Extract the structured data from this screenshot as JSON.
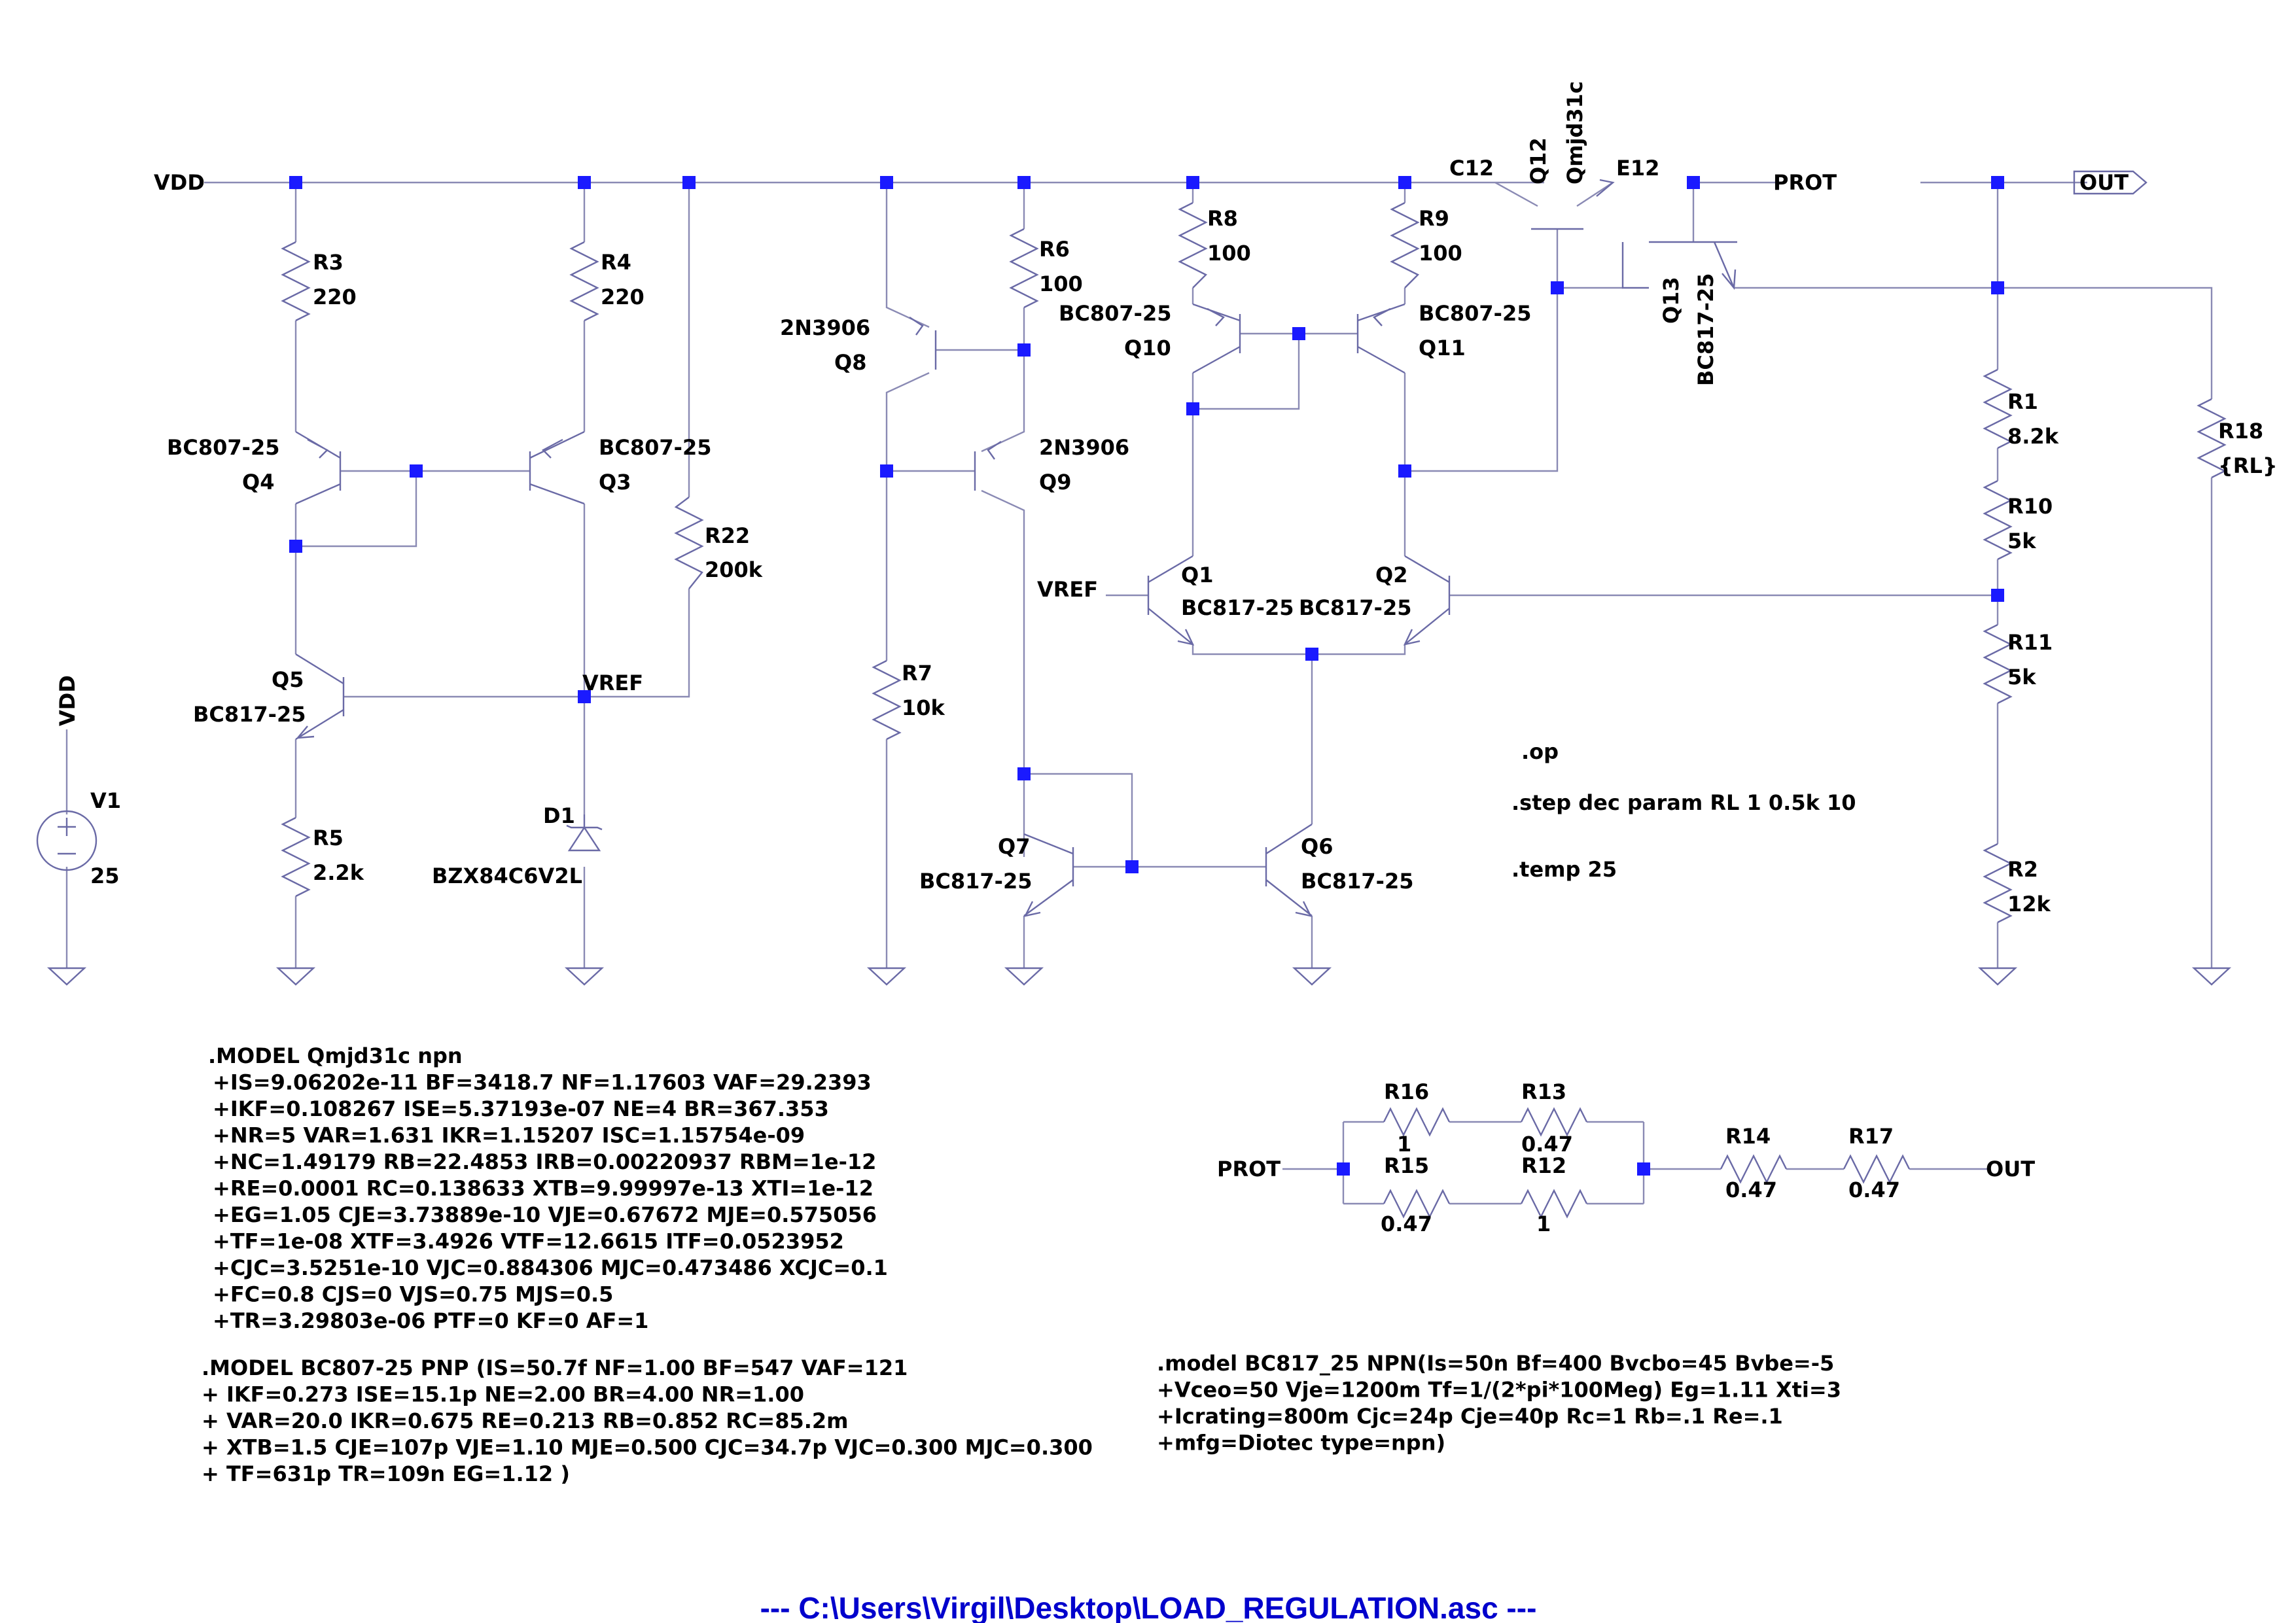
{
  "diagram": {
    "file_footer": "---  C:\\Users\\Virgil\\Desktop\\LOAD_REGULATION.asc  ---",
    "colors": {
      "wire": "#8a8ab4",
      "symbol": "#6a6aa6",
      "junction": "#1a1aff",
      "text": "#000000",
      "footer": "#0000cc"
    },
    "nets": {
      "vdd_top": "VDD",
      "vdd_source": "VDD",
      "vref_left": "VREF",
      "vref_diffpair": "VREF",
      "c12": "C12",
      "e12": "E12",
      "prot_top": "PROT",
      "out_top": "OUT",
      "prot_bottom": "PROT",
      "out_bottom": "OUT"
    },
    "components": {
      "v1": {
        "ref": "V1",
        "value": "25"
      },
      "r3": {
        "ref": "R3",
        "value": "220"
      },
      "r4": {
        "ref": "R4",
        "value": "220"
      },
      "r22": {
        "ref": "R22",
        "value": "200k"
      },
      "r5": {
        "ref": "R5",
        "value": "2.2k"
      },
      "d1": {
        "ref": "D1",
        "value": "BZX84C6V2L"
      },
      "q4": {
        "ref": "Q4",
        "value": "BC807-25"
      },
      "q3": {
        "ref": "Q3",
        "value": "BC807-25"
      },
      "q5": {
        "ref": "Q5",
        "value": "BC817-25"
      },
      "q8": {
        "ref": "Q8",
        "value": "2N3906"
      },
      "q9": {
        "ref": "Q9",
        "value": "2N3906"
      },
      "r6": {
        "ref": "R6",
        "value": "100"
      },
      "r7": {
        "ref": "R7",
        "value": "10k"
      },
      "r8": {
        "ref": "R8",
        "value": "100"
      },
      "r9": {
        "ref": "R9",
        "value": "100"
      },
      "q10": {
        "ref": "Q10",
        "value": "BC807-25"
      },
      "q11": {
        "ref": "Q11",
        "value": "BC807-25"
      },
      "q1": {
        "ref": "Q1",
        "value": "BC817-25"
      },
      "q2": {
        "ref": "Q2",
        "value": "BC817-25"
      },
      "q7": {
        "ref": "Q7",
        "value": "BC817-25"
      },
      "q6": {
        "ref": "Q6",
        "value": "BC817-25"
      },
      "q12": {
        "ref": "Q12",
        "value": "Qmjd31c"
      },
      "q13": {
        "ref": "Q13",
        "value": "BC817-25"
      },
      "r1": {
        "ref": "R1",
        "value": "8.2k"
      },
      "r10": {
        "ref": "R10",
        "value": "5k"
      },
      "r11": {
        "ref": "R11",
        "value": "5k"
      },
      "r2": {
        "ref": "R2",
        "value": "12k"
      },
      "r18": {
        "ref": "R18",
        "value": "{RL}"
      },
      "r16": {
        "ref": "R16",
        "value": "1"
      },
      "r13": {
        "ref": "R13",
        "value": "0.47"
      },
      "r15": {
        "ref": "R15",
        "value": "0.47"
      },
      "r12": {
        "ref": "R12",
        "value": "1"
      },
      "r14": {
        "ref": "R14",
        "value": "0.47"
      },
      "r17": {
        "ref": "R17",
        "value": "0.47"
      }
    },
    "directives": {
      "op": ".op",
      "step": ".step dec param RL 1 0.5k 10",
      "temp": ".temp 25"
    },
    "model_qmjd31c": [
      ".MODEL Qmjd31c npn",
      "+IS=9.06202e-11 BF=3418.7 NF=1.17603 VAF=29.2393",
      "+IKF=0.108267 ISE=5.37193e-07 NE=4 BR=367.353",
      "+NR=5 VAR=1.631 IKR=1.15207 ISC=1.15754e-09",
      "+NC=1.49179 RB=22.4853 IRB=0.00220937 RBM=1e-12",
      "+RE=0.0001 RC=0.138633 XTB=9.99997e-13 XTI=1e-12",
      "+EG=1.05 CJE=3.73889e-10 VJE=0.67672 MJE=0.575056",
      "+TF=1e-08 XTF=3.4926 VTF=12.6615 ITF=0.0523952",
      "+CJC=3.5251e-10 VJC=0.884306 MJC=0.473486 XCJC=0.1",
      "+FC=0.8 CJS=0 VJS=0.75 MJS=0.5",
      "+TR=3.29803e-06 PTF=0 KF=0 AF=1"
    ],
    "model_bc807": [
      ".MODEL BC807-25  PNP (IS=50.7f NF=1.00 BF=547 VAF=121",
      "+ IKF=0.273 ISE=15.1p NE=2.00 BR=4.00 NR=1.00",
      "+ VAR=20.0 IKR=0.675 RE=0.213 RB=0.852 RC=85.2m",
      "+ XTB=1.5 CJE=107p VJE=1.10 MJE=0.500 CJC=34.7p VJC=0.300 MJC=0.300",
      "+ TF=631p TR=109n EG=1.12 )"
    ],
    "model_bc817": [
      ".model BC817_25 NPN(Is=50n Bf=400 Bvcbo=45 Bvbe=-5",
      "+Vceo=50 Vje=1200m Tf=1/(2*pi*100Meg) Eg=1.11 Xti=3",
      "+Icrating=800m Cjc=24p Cje=40p Rc=1 Rb=.1 Re=.1",
      "+mfg=Diotec type=npn)"
    ]
  }
}
